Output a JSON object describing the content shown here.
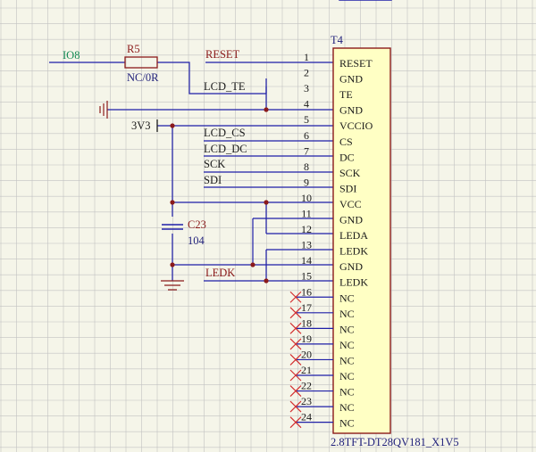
{
  "colors": {
    "background": "#f5f5e9",
    "grid": "#c2c2c2",
    "wire": "#1f1fa8",
    "part": "#8b1a1a",
    "body_fill": "#ffffc4",
    "net_io": "#138a53",
    "text_blue": "#1f1f7a",
    "no_connect": "#d33030"
  },
  "component": {
    "ref": "T4",
    "value": "2.8TFT-DT28QV181_X1V5",
    "pins": [
      {
        "num": "1",
        "name": "RESET"
      },
      {
        "num": "2",
        "name": "GND"
      },
      {
        "num": "3",
        "name": "TE"
      },
      {
        "num": "4",
        "name": "GND"
      },
      {
        "num": "5",
        "name": "VCCIO"
      },
      {
        "num": "6",
        "name": "CS"
      },
      {
        "num": "7",
        "name": "DC"
      },
      {
        "num": "8",
        "name": "SCK"
      },
      {
        "num": "9",
        "name": "SDI"
      },
      {
        "num": "10",
        "name": "VCC"
      },
      {
        "num": "11",
        "name": "GND"
      },
      {
        "num": "12",
        "name": "LEDA"
      },
      {
        "num": "13",
        "name": "LEDK"
      },
      {
        "num": "14",
        "name": "GND"
      },
      {
        "num": "15",
        "name": "LEDK"
      },
      {
        "num": "16",
        "name": "NC"
      },
      {
        "num": "17",
        "name": "NC"
      },
      {
        "num": "18",
        "name": "NC"
      },
      {
        "num": "19",
        "name": "NC"
      },
      {
        "num": "20",
        "name": "NC"
      },
      {
        "num": "21",
        "name": "NC"
      },
      {
        "num": "22",
        "name": "NC"
      },
      {
        "num": "23",
        "name": "NC"
      },
      {
        "num": "24",
        "name": "NC"
      }
    ]
  },
  "resistor": {
    "ref": "R5",
    "value": "NC/0R"
  },
  "capacitor": {
    "ref": "C23",
    "value": "104"
  },
  "power": {
    "v3v3": "3V3"
  },
  "nets": {
    "io8": "IO8",
    "reset": "RESET",
    "lcd_te": "LCD_TE",
    "lcd_cs": "LCD_CS",
    "lcd_dc": "LCD_DC",
    "sck": "SCK",
    "sdi": "SDI",
    "ledk": "LEDK"
  }
}
